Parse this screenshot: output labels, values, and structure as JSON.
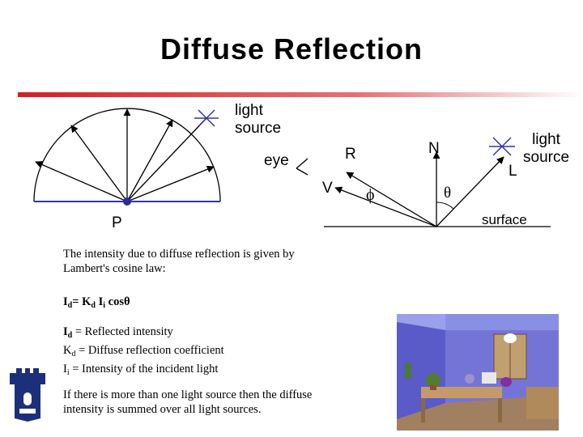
{
  "slide": {
    "title": "Diffuse Reflection"
  },
  "left_diagram": {
    "light_source_line1": "light",
    "light_source_line2": "source",
    "eye_label": "eye",
    "point_label": "P"
  },
  "right_diagram": {
    "N": "N",
    "R": "R",
    "V": "V",
    "L": "L",
    "phi": "ϕ",
    "theta": "θ",
    "surface": "surface",
    "light_source_line1": "light",
    "light_source_line2": "source"
  },
  "body_text": {
    "intro_line1": "The intensity due to diffuse reflection is given by",
    "intro_line2": "Lambert's cosine law:",
    "eq": {
      "I": "I",
      "d": "d",
      "eq_K": "= K",
      "d2": "d",
      "I2": " I",
      "i": "i",
      "cos": " cosθ"
    },
    "def1": {
      "I": "I",
      "d": "d",
      "rest": " = Reflected intensity"
    },
    "def2": {
      "K": "K",
      "d": "d",
      "rest": " = Diffuse reflection coefficient"
    },
    "def3": {
      "I": "I",
      "i": "i",
      "rest": " = Intensity of the incident light"
    },
    "note_line1": "If there is more than one light source then the diffuse",
    "note_line2": "intensity is summed over all light sources."
  },
  "colors": {
    "accent_red": "#d42020",
    "ground_blue": "#3333aa",
    "room_wall": "#7070d0",
    "logo_blue": "#1c2f7a"
  }
}
